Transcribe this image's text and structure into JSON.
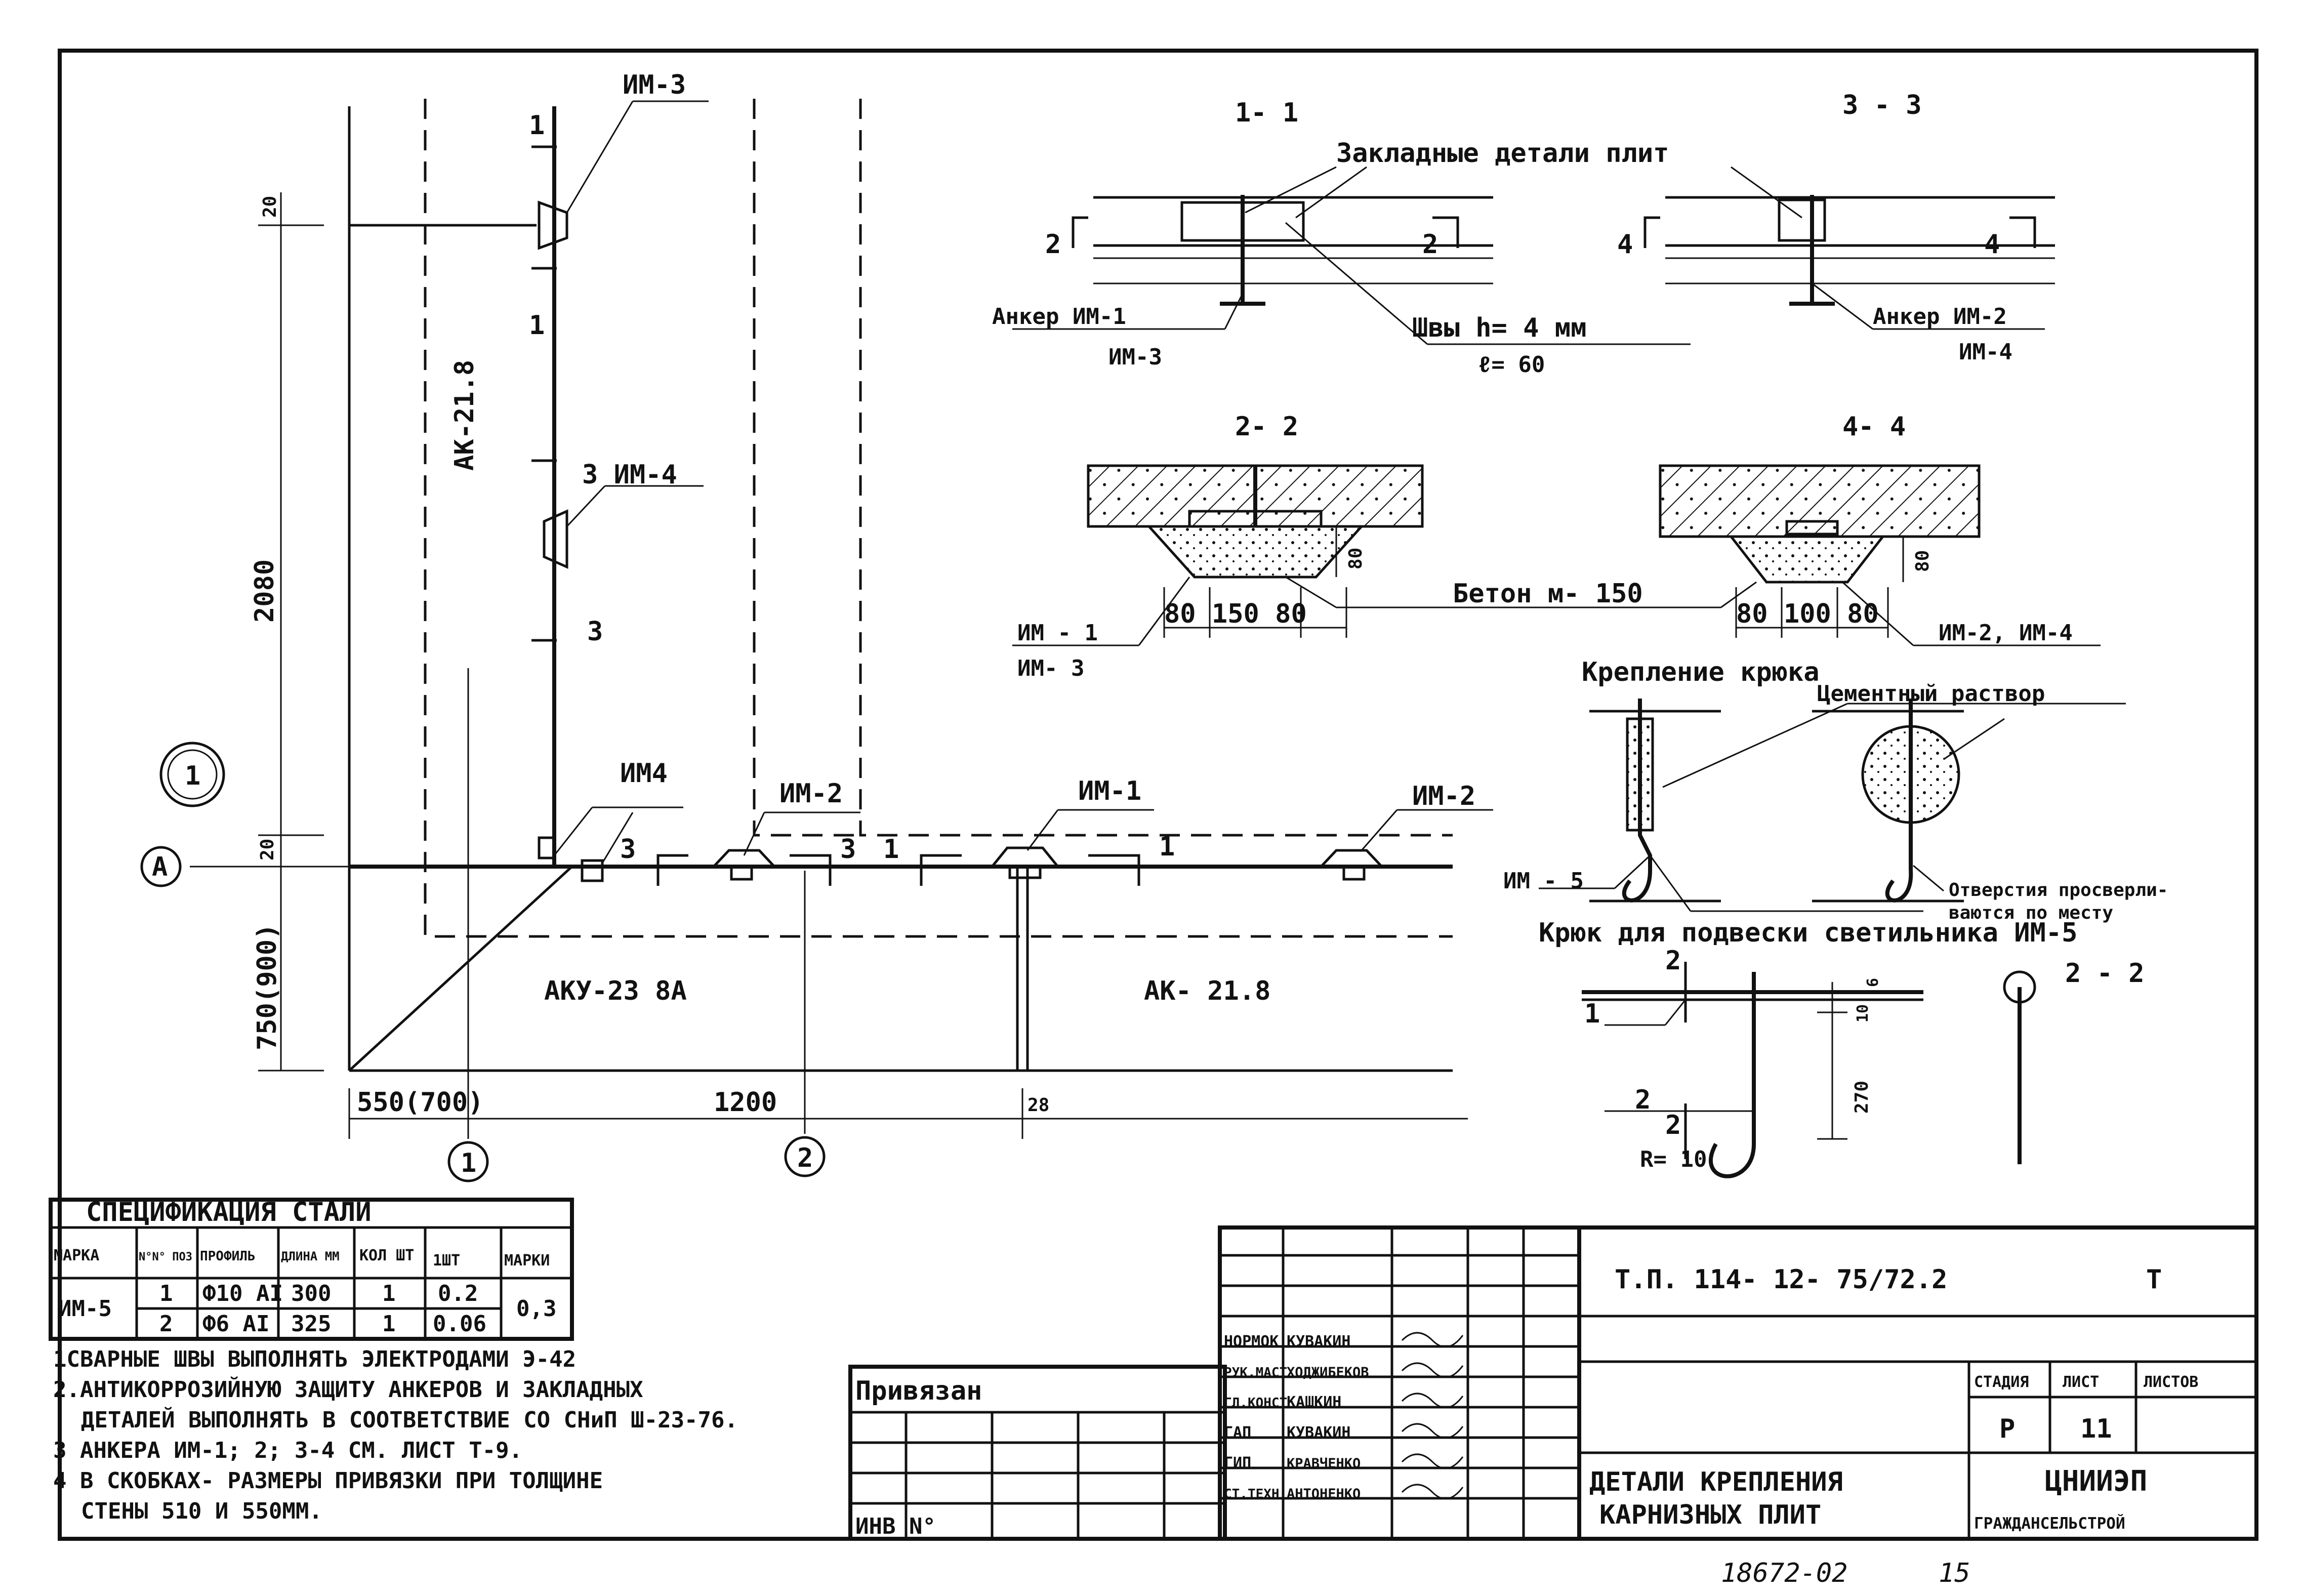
{
  "labels": {
    "im3_top": "ИМ-3",
    "mark_1a": "1",
    "mark_1b": "1",
    "dim_20_top": "20",
    "ak218_vert": "АК-21.8",
    "im4_mid": "3 ИМ-4",
    "mark_3": "3",
    "dim_2080": "2080",
    "im4_low": "ИМ4",
    "im2_a": "ИМ-2",
    "im1": "ИМ-1",
    "im2_b": "ИМ-2",
    "mark_3b": "3",
    "mark_3c": "3",
    "mark_1c": "1",
    "mark_1d": "1",
    "dim_20_low": "20",
    "axis_a": "А",
    "circle_1": "1",
    "dim_750": "750(900)",
    "aku": "АКУ-23 8А",
    "ak218_horiz": "АК- 21.8",
    "dim_550": "550(700)",
    "dim_1200": "1200",
    "dim_28": "28",
    "axis_1": "1",
    "axis_2": "2"
  },
  "sections": {
    "s11_title": "1- 1",
    "s33_title": "3 - 3",
    "embedded": "Закладные детали плит",
    "cut_2a": "2",
    "cut_2b": "2",
    "cut_4a": "4",
    "cut_4b": "4",
    "anchor1": "Анкер ИМ-1",
    "anchor1b": "ИМ-3",
    "welds": "Швы h= 4 мм",
    "weld_l": "ℓ= 60",
    "anchor2": "Анкер ИМ-2",
    "anchor2b": "ИМ-4",
    "s22_title": "2- 2",
    "s44_title": "4- 4",
    "dim_80a": "80",
    "dim_80b": "80",
    "dims_left": "80 150 80",
    "dims_right": "80 100 80",
    "beton": "Бетон м- 150",
    "im1_s": "ИМ - 1",
    "im3_s": "ИМ- 3",
    "im24": "ИМ-2, ИМ-4"
  },
  "hook": {
    "title": "Крепление крюка",
    "mortar": "Цементный раствор",
    "im5": "ИМ - 5",
    "holes1": "Отверстия просверли-",
    "holes2": "ваются по месту",
    "hook_title": "Крюк для подвески светильника ИМ-5",
    "cut2a": "2",
    "cut2b": "2",
    "pos1": "1",
    "pos2": "2",
    "dim6": "6",
    "dim10": "10",
    "dim270": "270",
    "radius": "R= 10",
    "s22": "2 - 2"
  },
  "spec": {
    "title": "СПЕЦИФИКАЦИЯ СТАЛИ",
    "headers": [
      "МАРКА",
      "N°N° ПОЗ",
      "ПРОФИЛЬ",
      "ДЛИНА ММ",
      "КОЛ ШТ",
      "1ШТ",
      "МАРКИ"
    ],
    "mark": "ИМ-5",
    "rows": [
      {
        "pos": "1",
        "profile": "Ф10 АI",
        "length": "300",
        "qty": "1",
        "mass": "0.2"
      },
      {
        "pos": "2",
        "profile": "Ф6 АI",
        "length": "325",
        "qty": "1",
        "mass": "0.06"
      }
    ],
    "total": "0,3"
  },
  "notes": [
    "1СВАРНЫЕ ШВЫ ВЫПОЛНЯТЬ ЭЛЕКТРОДАМИ Э-42",
    "2.АНТИКОРРОЗИЙНУЮ ЗАЩИТУ АНКЕРОВ И ЗАКЛАДНЫХ",
    "ДЕТАЛЕЙ ВЫПОЛНЯТЬ В СООТВЕТСТВИЕ СО СНиП Ш-23-76.",
    "3 АНКЕРА ИМ-1; 2; 3-4 СМ. ЛИСТ Т-9.",
    "4 В СКОБКАХ- РАЗМЕРЫ ПРИВЯЗКИ ПРИ ТОЛЩИНЕ",
    "СТЕНЫ 510 И 550ММ."
  ],
  "title_block": {
    "code": "Т.П. 114- 12- 75/72.2",
    "sheet_mark": "Т",
    "bound": "Привязан",
    "inv": "ИНВ N°",
    "roles": [
      {
        "role": "НОРМОК",
        "name": "КУВАКИН"
      },
      {
        "role": "РУК.МАСТ",
        "name": "ХОДЖИБЕКОВ"
      },
      {
        "role": "ГЛ.КОНСТ",
        "name": "КАШКИН"
      },
      {
        "role": "ГАП",
        "name": "КУВАКИН"
      },
      {
        "role": "ГИП",
        "name": "КРАВЧЕНКО"
      },
      {
        "role": "СТ.ТЕХН",
        "name": "АНТОНЕНКО"
      }
    ],
    "stage_h": "СТАДИЯ",
    "sheet_h": "ЛИСТ",
    "sheets_h": "ЛИСТОВ",
    "stage": "Р",
    "sheet": "11",
    "drawing_title1": "ДЕТАЛИ КРЕПЛЕНИЯ",
    "drawing_title2": "КАРНИЗНЫХ ПЛИТ",
    "org1": "ЦНИИЭП",
    "org2": "ГРАЖДАНСЕЛЬСТРОЙ"
  },
  "footer": {
    "number": "18672-02",
    "page": "15"
  }
}
